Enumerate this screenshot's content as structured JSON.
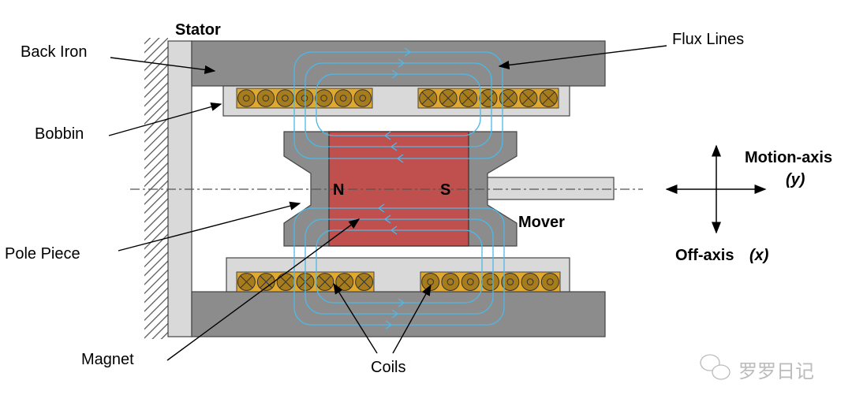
{
  "labels": {
    "stator": "Stator",
    "back_iron": "Back Iron",
    "bobbin": "Bobbin",
    "pole_piece": "Pole Piece",
    "magnet": "Magnet",
    "coils": "Coils",
    "flux_lines": "Flux Lines",
    "mover": "Mover",
    "north": "N",
    "south": "S",
    "motion_axis": "Motion-axis",
    "motion_axis_var": "(y)",
    "off_axis": "Off-axis",
    "off_axis_var": "(x)"
  },
  "watermark": "罗罗日记",
  "colors": {
    "iron": "#8c8c8c",
    "bobbin": "#d9d9d9",
    "coil": "#e0a82e",
    "magnet": "#c0504d",
    "flux": "#4db8e8"
  }
}
